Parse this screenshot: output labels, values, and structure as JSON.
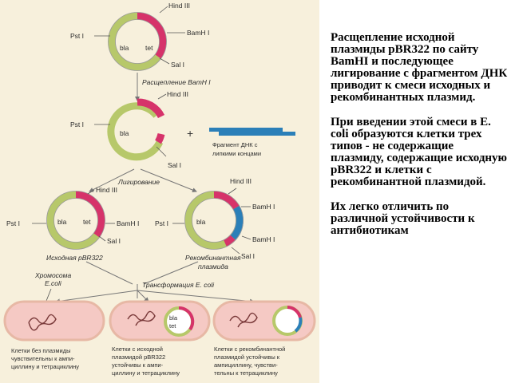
{
  "diagram": {
    "top_plasmid": {
      "hind": "Hind III",
      "pst": "Pst I",
      "bam": "BamH I",
      "sal": "Sal I",
      "bla": "bla",
      "tet": "tet"
    },
    "step_cleavage": "Расщепление BamH I",
    "cut_plasmid": {
      "hind": "Hind III",
      "pst": "Pst I",
      "sal": "Sal I",
      "bla": "bla"
    },
    "plus": "+",
    "fragment_label_1": "Фрагмент ДНК с",
    "fragment_label_2": "липкими концами",
    "step_ligation": "Лигирование",
    "left_plasmid": {
      "hind": "Hind III",
      "pst": "Pst I",
      "bam": "BamH I",
      "sal": "Sal I",
      "bla": "bla",
      "tet": "tet",
      "caption": "Исходная pBR322"
    },
    "right_plasmid": {
      "hind": "Hind III",
      "pst": "Pst I",
      "bam": "BamH I",
      "sal": "Sal I",
      "bla": "bla",
      "caption_1": "Рекомбинантная",
      "caption_2": "плазмида"
    },
    "step_transformation": "Трансформация   E. coli",
    "chromosome_1": "Хромосома",
    "chromosome_2": "E.coli",
    "cell_small_bla": "bla",
    "cell_small_tet": "tet",
    "cell_captions": [
      [
        "Клетки без плазмиды",
        "чувствительны к ампи-",
        "циллину и тетрациклину"
      ],
      [
        "Клетки с исходной",
        "плазмидой pBR322",
        "устойчивы к ампи-",
        "циллину и тетрациклину"
      ],
      [
        "Клетки с рекомбинантной",
        "плазмидой устойчивы к",
        "ампициллину, чувстви-",
        "тельны к тетрациклину"
      ]
    ]
  },
  "text": {
    "paragraph_1": "Расщепление исходной плазмиды pBR322 по сайту BamHI и последующее лигирование с фрагментом ДНК приводит к смеси исходных и рекомбинантных плазмид.",
    "paragraph_2": "При введении этой смеси в E. coli образуются клетки трех типов - не содержащие плазмиду, содержащие исходную pBR322 и клетки с рекомбинантной плазмидой.",
    "paragraph_3": "Их легко отличить по различной устойчивости к антибиотикам"
  },
  "colors": {
    "bla": "#b7c86a",
    "tet": "#d6336a",
    "insert": "#2b7fb8",
    "ring_inner": "#ffffff",
    "cell_fill": "#f5c9c4",
    "cell_border": "#e7b8a5"
  }
}
